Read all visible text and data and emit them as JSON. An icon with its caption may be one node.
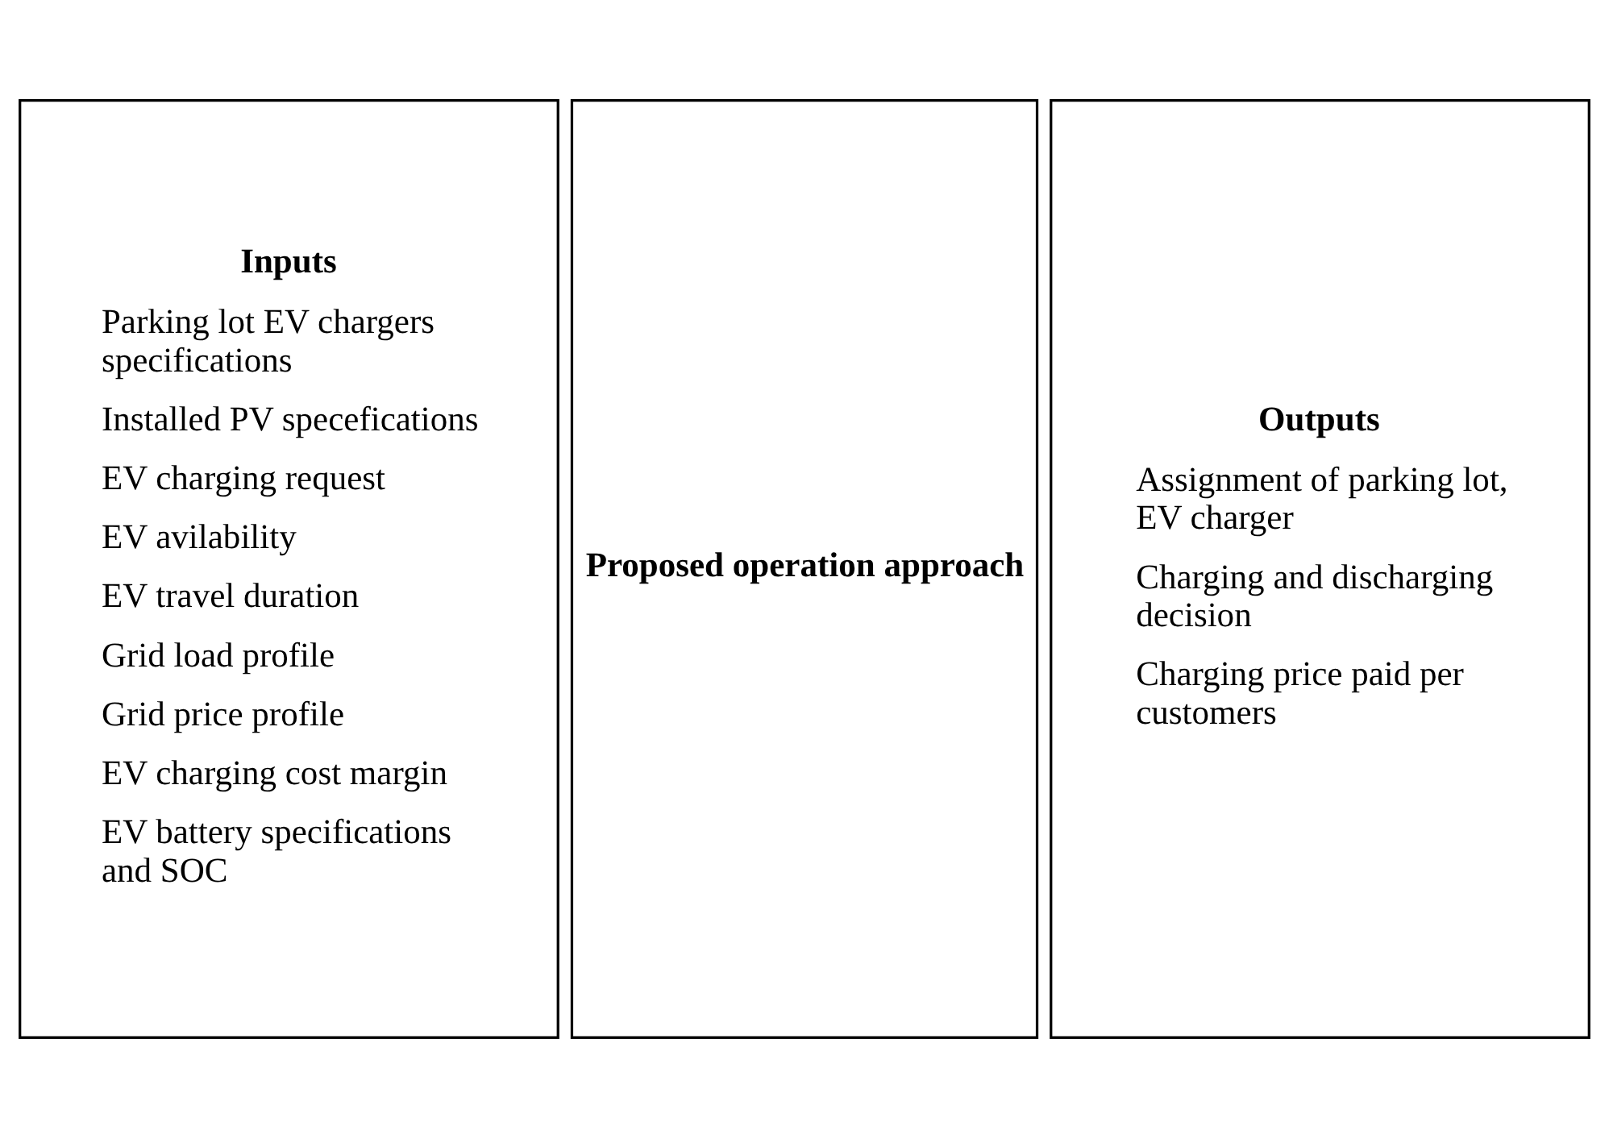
{
  "diagram": {
    "nodes": [
      {
        "text": [
          "Inputs",
          "Parking lot EV chargers specifications",
          "Installed PV specefications",
          "EV charging request",
          "EV avilability",
          "EV travel duration",
          "Grid load profile",
          "Grid price profile",
          "EV charging cost margin",
          "EV battery specifications and SOC"
        ]
      },
      {
        "text": [
          "Proposed operation approach"
        ]
      },
      {
        "text": [
          "Outputs",
          "Assignment of parking lot, EV charger",
          "Charging and discharging decision",
          "Charging price paid per customers"
        ]
      }
    ]
  }
}
